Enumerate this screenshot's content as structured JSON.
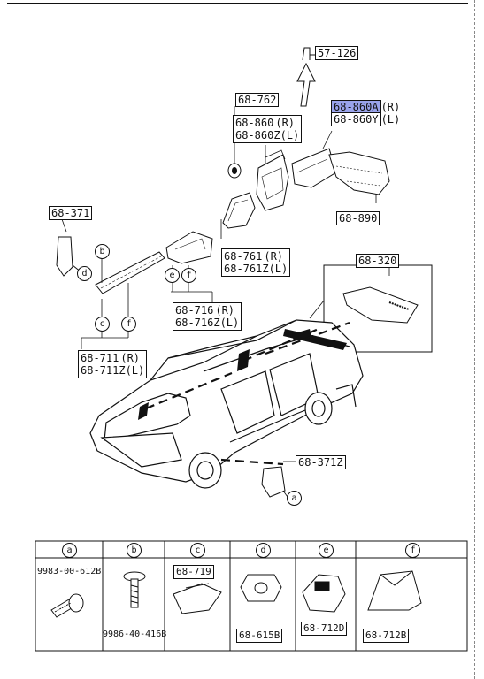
{
  "callouts": {
    "p57_126": "57-126",
    "p68_762": "68-762",
    "p68_860": "68-860",
    "p68_860_side": "(R)",
    "p68_860z": "68-860Z",
    "p68_860z_side": "(L)",
    "p68_860a": "68-860A",
    "p68_860a_side": "(R)",
    "p68_860y": "68-860Y",
    "p68_860y_side": "(L)",
    "p68_890": "68-890",
    "p68_371": "68-371",
    "p68_761": "68-761",
    "p68_761_side": "(R)",
    "p68_761z": "68-761Z",
    "p68_761z_side": "(L)",
    "p68_320": "68-320",
    "p68_716": "68-716",
    "p68_716_side": "(R)",
    "p68_716z": "68-716Z",
    "p68_716z_side": "(L)",
    "p68_711": "68-711",
    "p68_711_side": "(R)",
    "p68_711z": "68-711Z",
    "p68_711z_side": "(L)",
    "p68_371z": "68-371Z"
  },
  "markers": {
    "a": "a",
    "b": "b",
    "c": "c",
    "d": "d",
    "e": "e",
    "f": "f"
  },
  "table": {
    "headers": [
      "a",
      "b",
      "c",
      "d",
      "e",
      "f"
    ],
    "cells": {
      "a": "9983-00-612B",
      "b": "9986-40-416B",
      "c": "68-719",
      "d": "68-615B",
      "e": "68-712D",
      "f": "68-712B"
    }
  },
  "highlight_color": "#9aa4ec"
}
